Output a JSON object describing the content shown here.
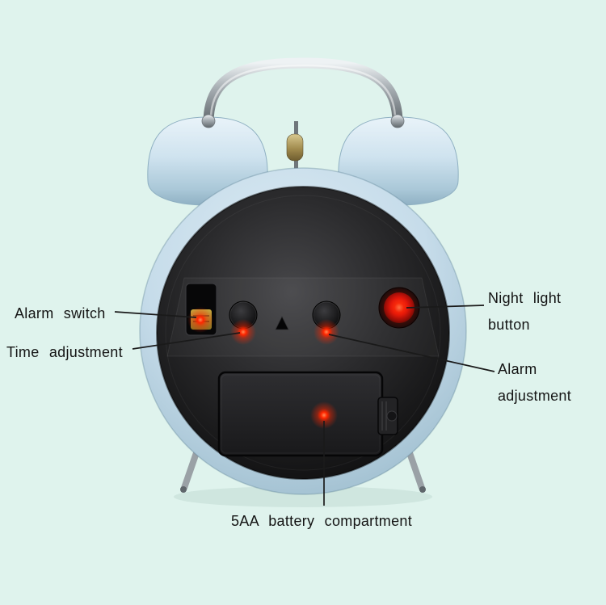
{
  "labels": {
    "alarm_switch": "Alarm switch",
    "time_adjustment": "Time adjustment",
    "night_light_button": {
      "line1": "Night light",
      "line2": "button"
    },
    "alarm_adjustment": {
      "line1": "Alarm",
      "line2": "adjustment"
    },
    "battery_compartment": "5AA battery compartment"
  },
  "colors": {
    "background": "#dff3ed",
    "label_text": "#141414",
    "leader_line": "#1a1a1a",
    "clock_body": "#c6dcea",
    "bell": "#cfe3ef",
    "back_panel": "#2a2a2c",
    "battery_door": "#2e2e31",
    "indicator_glow": "#ff2600",
    "night_light": "#d40f0f",
    "switch_slider": "#c9a73e",
    "metal": "#aab1b6"
  }
}
